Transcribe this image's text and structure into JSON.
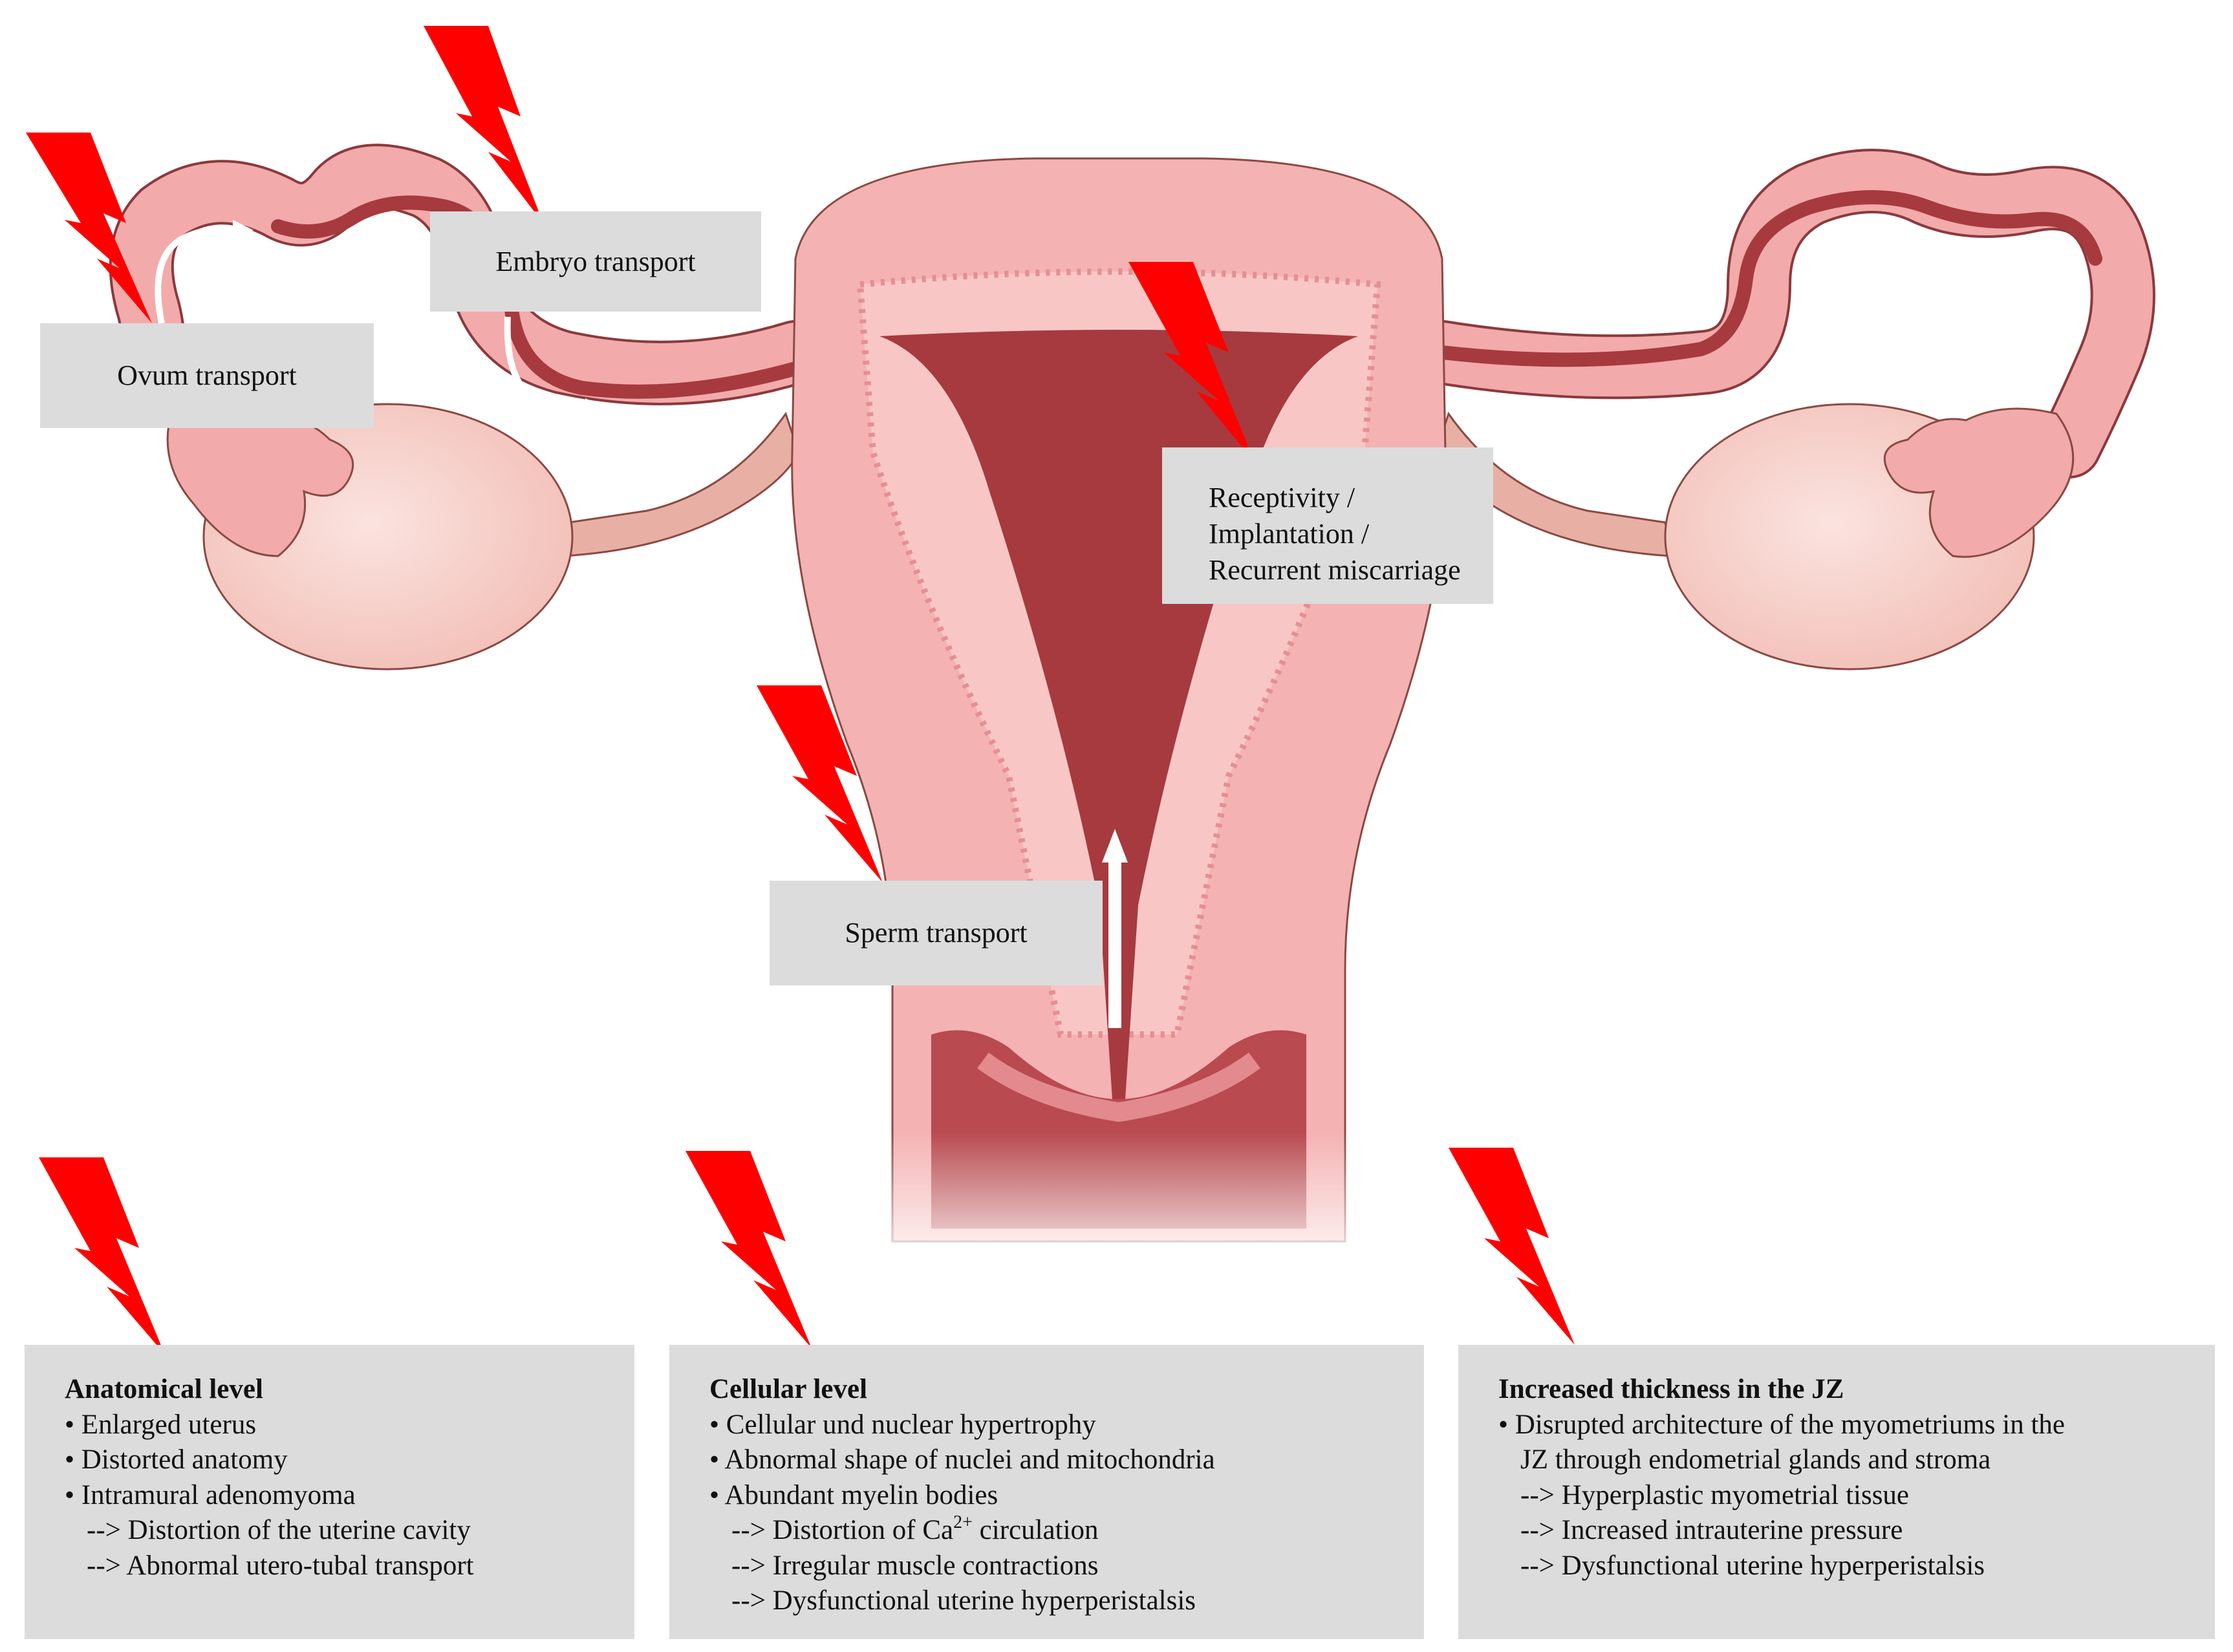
{
  "labels": {
    "ovum": "Ovum transport",
    "embryo": "Embryo transport",
    "receptivity": [
      "Receptivity /",
      "Implantation /",
      "Recurrent miscarriage"
    ],
    "sperm": "Sperm transport"
  },
  "panels": {
    "anatomical": {
      "title": "Anatomical level",
      "bullets": [
        "• Enlarged uterus",
        "• Distorted anatomy",
        "• Intramural adenomyoma"
      ],
      "subs": [
        "--> Distortion of the uterine cavity",
        "--> Abnormal utero-tubal transport"
      ]
    },
    "cellular": {
      "title": "Cellular level",
      "bullets": [
        "• Cellular und nuclear hypertrophy",
        "• Abnormal shape of nuclei and mitochondria",
        "• Abundant myelin bodies"
      ],
      "ca_prefix": "--> Distortion of Ca",
      "ca_sup": "2+",
      "ca_suffix": " circulation",
      "subs": [
        "--> Irregular muscle contractions",
        "--> Dysfunctional uterine hyperperistalsis"
      ]
    },
    "jz": {
      "title": "Increased thickness in the JZ",
      "bullet": "• Disrupted architecture of the myometriums in the",
      "bullet_cont": "JZ through endometrial glands and stroma",
      "subs": [
        "--> Hyperplastic myometrial tissue",
        "--> Increased intrauterine pressure",
        "--> Dysfunctional uterine hyperperistalsis"
      ]
    }
  },
  "colors": {
    "lightning": "#ff0000",
    "tissue": "#f5b2b2",
    "cavity": "#a63a3f",
    "ovary": "#f9d5d0",
    "label_bg": "#dcdcdc"
  }
}
